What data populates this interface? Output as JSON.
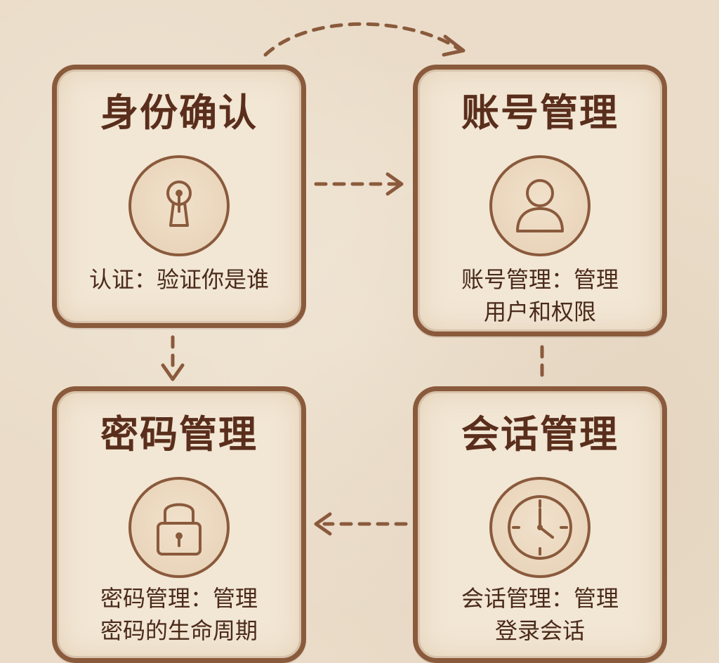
{
  "colors": {
    "background": "#eadcc8",
    "card_fill": "#f2e6d4",
    "border": "#8a5a3c",
    "title_text": "#5a2e1c",
    "body_text": "#4a2a1a"
  },
  "cards": {
    "identity": {
      "title": "身份确认",
      "icon": "keyhole-icon",
      "description": "认证：验证你是谁"
    },
    "account": {
      "title": "账号管理",
      "icon": "user-icon",
      "description_lines": [
        "账号管理：管理",
        "用户和权限"
      ]
    },
    "password": {
      "title": "密码管理",
      "icon": "padlock-icon",
      "description_lines": [
        "密码管理：管理",
        "密码的生命周期"
      ]
    },
    "session": {
      "title": "会话管理",
      "icon": "clock-icon",
      "description_lines": [
        "会话管理：管理",
        "登录会话"
      ]
    }
  },
  "connectors": [
    {
      "from": "identity",
      "to": "account",
      "style": "dashed-arc",
      "arrow": "to"
    },
    {
      "from": "identity",
      "to": "account",
      "style": "dashed",
      "arrow": "to"
    },
    {
      "from": "identity",
      "to": "password",
      "style": "dashed",
      "arrow": "to"
    },
    {
      "from": "account",
      "to": "session",
      "style": "dashed",
      "arrow": "none"
    },
    {
      "from": "session",
      "to": "password",
      "style": "dashed",
      "arrow": "to"
    }
  ]
}
